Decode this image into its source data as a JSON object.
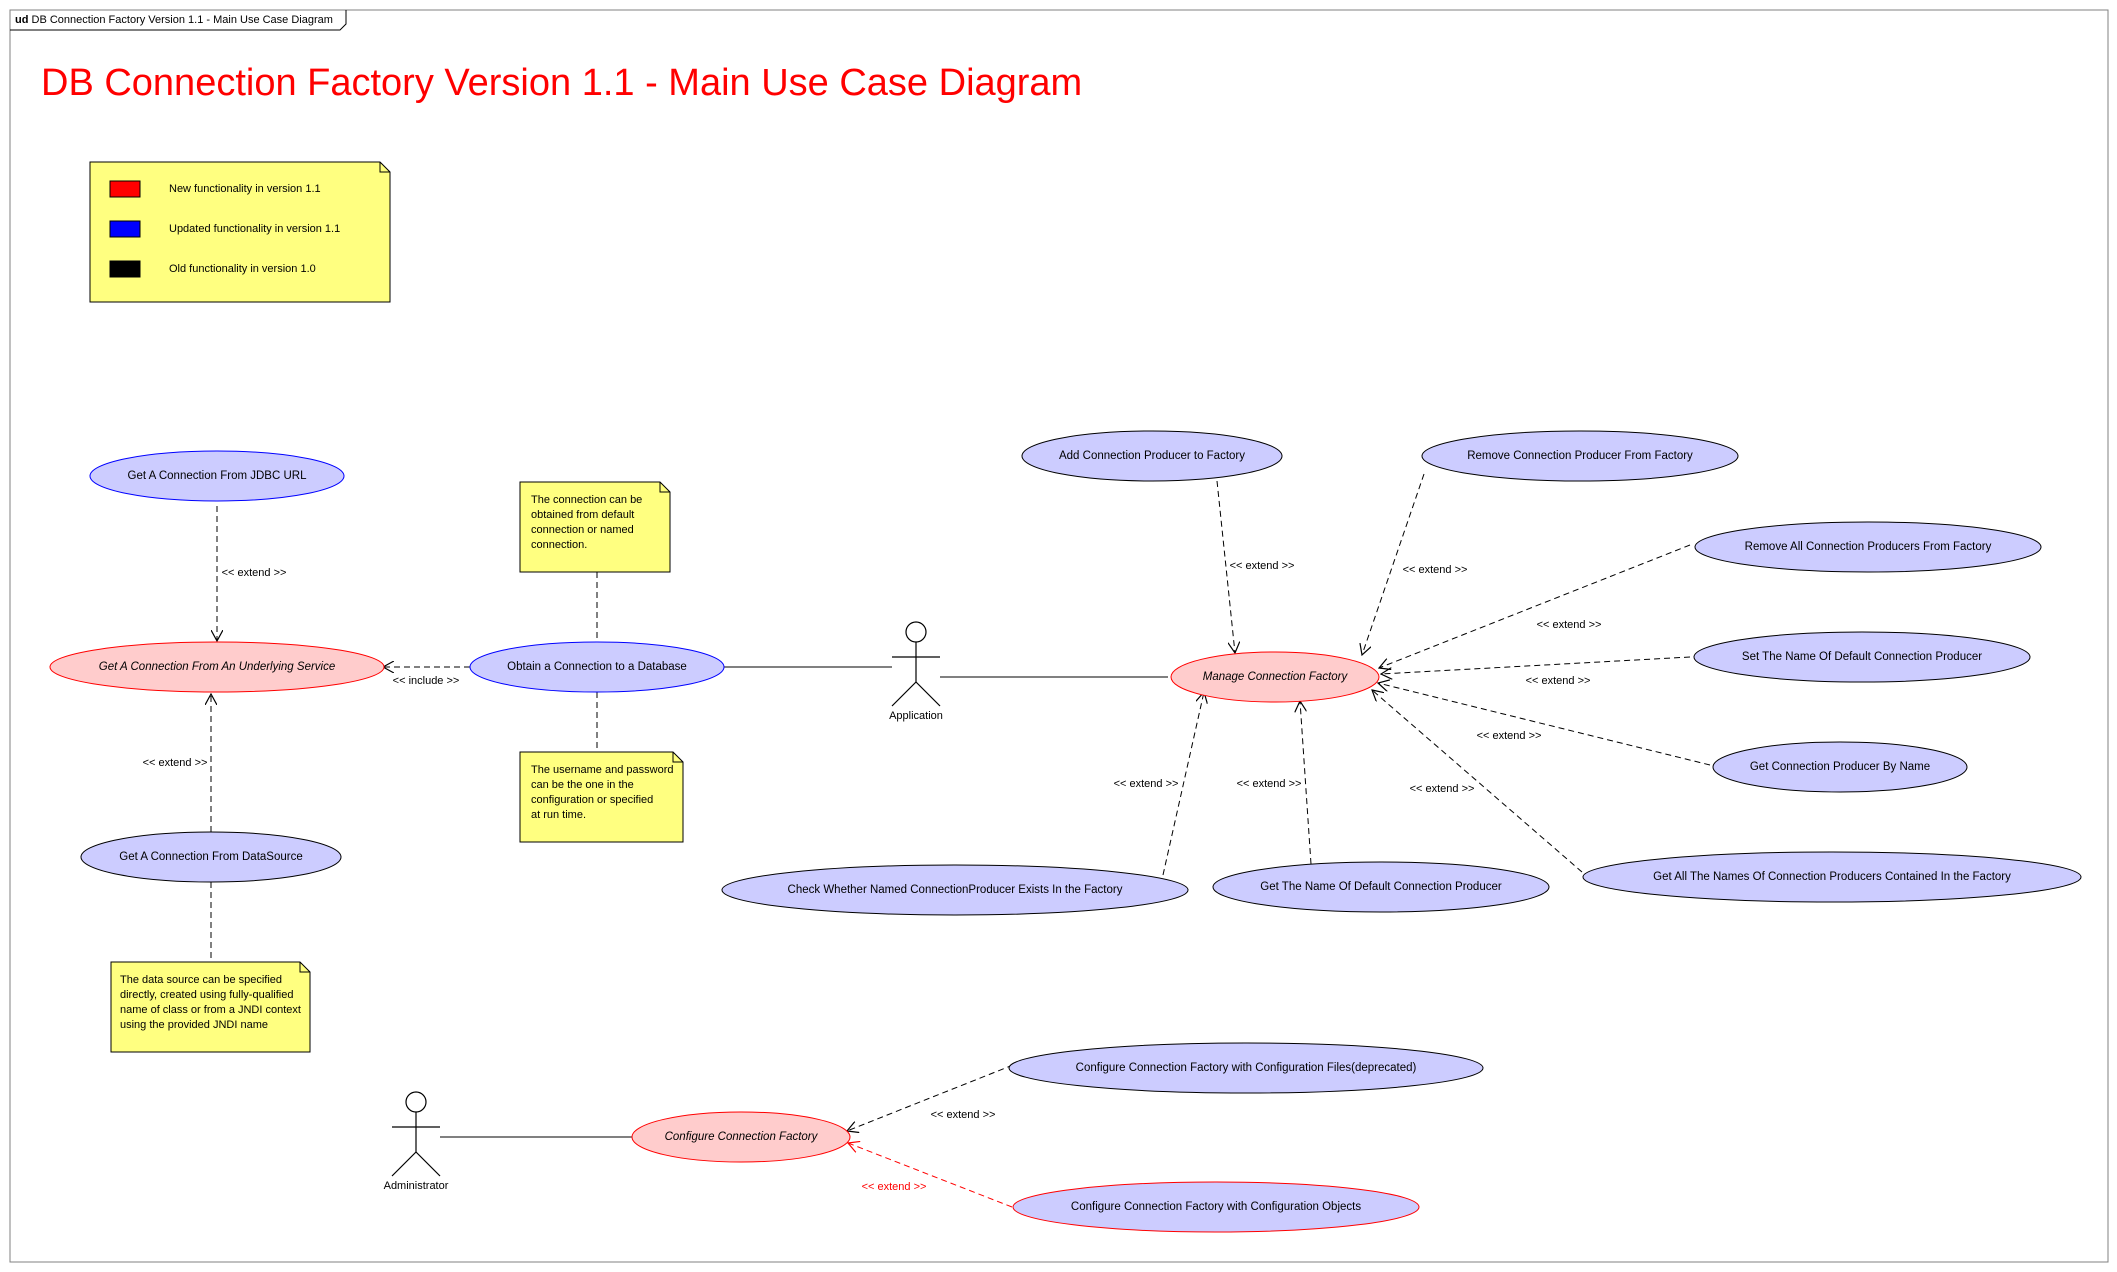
{
  "frame": {
    "prefix": "ud",
    "name": "DB Connection Factory Version 1.1 - Main Use Case Diagram"
  },
  "title": "DB Connection Factory Version 1.1 - Main Use Case Diagram",
  "colors": {
    "new": "#ff0000",
    "updated": "#0000ff",
    "old": "#000000",
    "note_fill": "#ffff80",
    "uc_blue_fill": "#ccccff",
    "uc_red_fill": "#ffcccc",
    "title": "#ff0000"
  },
  "legend": {
    "items": [
      {
        "color": "#ff0000",
        "label": "New functionality in version 1.1"
      },
      {
        "color": "#0000ff",
        "label": "Updated functionality in version 1.1"
      },
      {
        "color": "#000000",
        "label": "Old functionality in version 1.0"
      }
    ]
  },
  "notes": {
    "connection_note": [
      "The connection can be",
      "obtained from default",
      "connection or named",
      "connection."
    ],
    "credentials_note": [
      "The username and password",
      "can be the one in the",
      "configuration or specified",
      "at run time."
    ],
    "datasource_note": [
      "The data source can be specified",
      "directly, created using fully-qualified",
      "name of class or from a JNDI context",
      "using the provided JNDI name"
    ]
  },
  "actors": {
    "application": "Application",
    "administrator": "Administrator"
  },
  "use_cases": {
    "jdbc_url": "Get A Connection From JDBC URL",
    "underlying": "Get A Connection From An Underlying Service",
    "datasource": "Get A Connection From DataSource",
    "obtain": "Obtain a Connection to a Database",
    "manage": "Manage Connection Factory",
    "add_producer": "Add Connection Producer to Factory",
    "remove_producer": "Remove Connection Producer From Factory",
    "remove_all": "Remove All Connection Producers From Factory",
    "set_default": "Set The Name Of Default Connection Producer",
    "get_by_name": "Get Connection Producer By Name",
    "get_all_names": "Get All The Names Of Connection Producers Contained In the Factory",
    "get_default": "Get The Name Of Default Connection Producer",
    "check_exists": "Check Whether Named ConnectionProducer Exists In the Factory",
    "configure": "Configure Connection Factory",
    "config_files": "Configure Connection Factory with Configuration Files(deprecated)",
    "config_objects": "Configure Connection Factory with Configuration Objects"
  },
  "relations": {
    "extend": "<< extend >>",
    "include": "<< include >>"
  }
}
